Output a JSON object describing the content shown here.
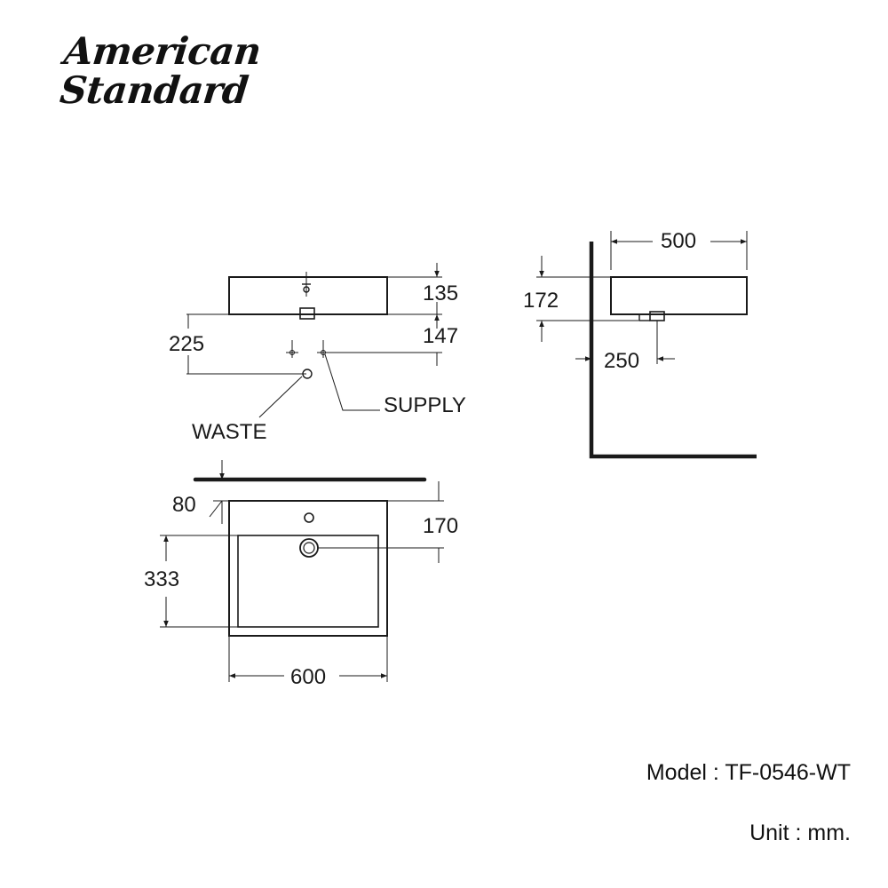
{
  "brand": {
    "line1": "American",
    "line2": "Standard"
  },
  "labels": {
    "waste": "WASTE",
    "supply": "SUPPLY"
  },
  "dimensions": {
    "top_height": "135",
    "top_waste_height": "147",
    "top_offset": "225",
    "side_depth": "500",
    "side_height": "172",
    "side_waste": "250",
    "plan_rim": "80",
    "plan_tap": "170",
    "plan_bowl": "333",
    "plan_width": "600"
  },
  "footer": {
    "model": "Model : TF-0546-WT",
    "unit": "Unit : mm."
  },
  "colors": {
    "line": "#1a1a1a",
    "background": "#ffffff"
  }
}
